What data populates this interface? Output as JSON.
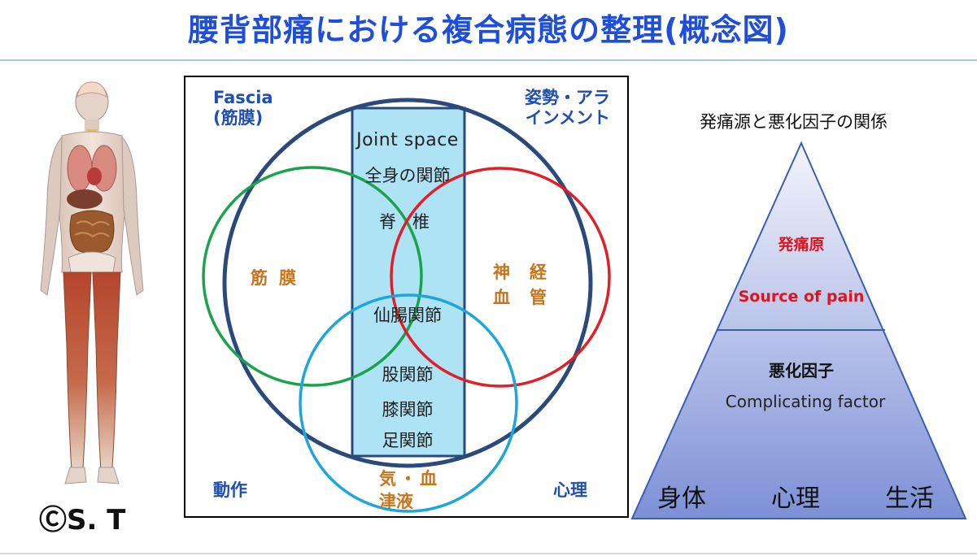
{
  "title": "腰背部痛における複合病態の整理(概念図)",
  "credit": "ⒸS. T",
  "venn": {
    "corner_top_left_line1": "Fascia",
    "corner_top_left_line2": "(筋膜)",
    "corner_top_right_line1": "姿勢・アラ",
    "corner_top_right_line2": "インメント",
    "corner_bottom_left": "動作",
    "corner_bottom_right": "心理",
    "circle_left_label": "筋膜",
    "circle_right_label_line1": "神経",
    "circle_right_label_line2": "血管",
    "circle_bottom_label_line1": "気・血",
    "circle_bottom_label_line2": "津液",
    "column_items": [
      "Joint space",
      "全身の関節",
      "脊椎",
      "仙腸関節",
      "股関節",
      "膝関節",
      "足関節"
    ],
    "colors": {
      "outer_circle": "#2b4a7c",
      "left_circle": "#1aa34a",
      "right_circle": "#e01f26",
      "bottom_circle": "#1ea6dc",
      "column_fill": "#aee3f5",
      "column_border": "#2b4a7c"
    }
  },
  "pyramid": {
    "caption": "発痛源と悪化因子の関係",
    "top_label_jp": "発痛原",
    "top_label_en": "Source of pain",
    "mid_label_jp": "悪化因子",
    "mid_label_en": "Complicating factor",
    "base_labels": [
      "身体",
      "心理",
      "生活"
    ],
    "colors": {
      "top": "#f3f4fb",
      "bottom": "#7d90d6",
      "border": "#3a5fb0"
    }
  }
}
